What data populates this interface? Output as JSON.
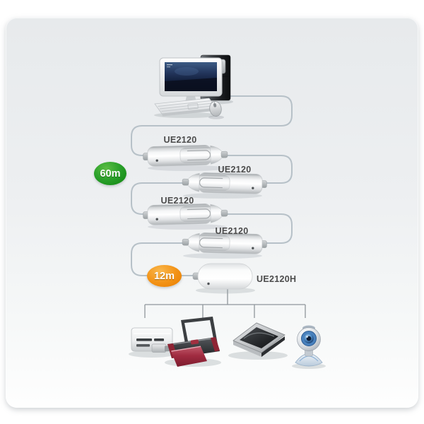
{
  "chain": {
    "source_device": "desktop-computer",
    "extenders": [
      {
        "label": "UE2120"
      },
      {
        "label": "UE2120"
      },
      {
        "label": "UE2120"
      },
      {
        "label": "UE2120"
      }
    ],
    "hub": {
      "label": "UE2120H"
    },
    "badges": {
      "total_distance": {
        "text": "60m",
        "color": "#1f9a1f"
      },
      "hub_segment_distance": {
        "text": "12m",
        "color": "#f0860a"
      }
    },
    "peripherals": [
      {
        "icon": "card-reader-icon"
      },
      {
        "icon": "printer-icon"
      },
      {
        "icon": "scanner-icon"
      },
      {
        "icon": "webcam-icon"
      }
    ]
  },
  "colors": {
    "cable": "#b7c1c8",
    "tree_line": "#8f969b",
    "label_text": "#4b4b4b",
    "panel_top": "#e7eaec",
    "panel_bottom": "#ffffff"
  }
}
